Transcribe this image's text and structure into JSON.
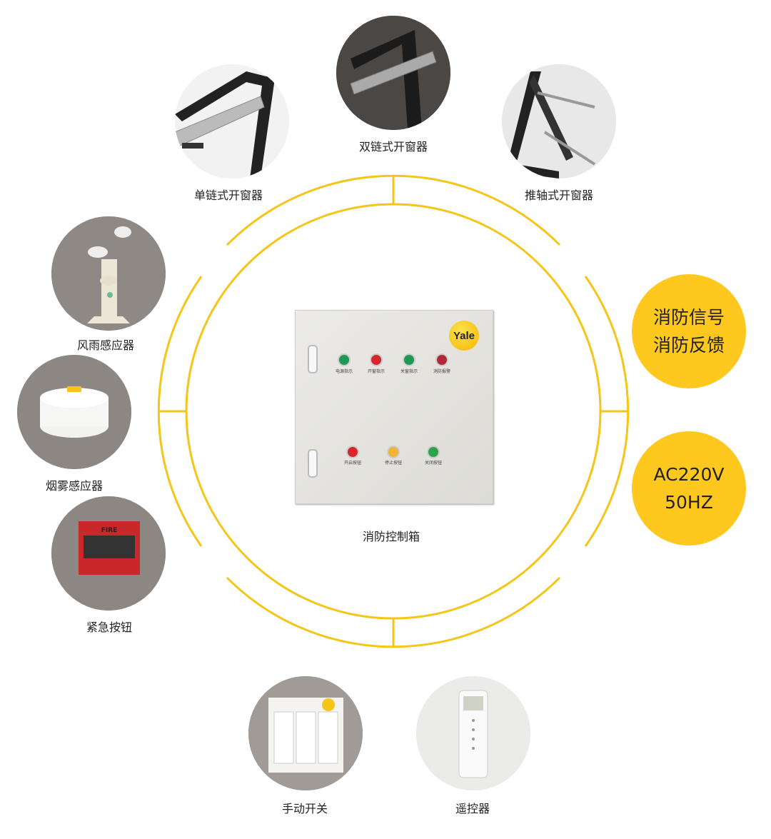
{
  "center": {
    "label": "消防控制箱",
    "brand": "Yale",
    "indicators": [
      {
        "label": "电源指示",
        "color": "#1f9a55"
      },
      {
        "label": "开窗指示",
        "color": "#d8262a"
      },
      {
        "label": "关窗指示",
        "color": "#1f9a55"
      },
      {
        "label": "消防报警",
        "color": "#b02a3a"
      }
    ],
    "buttons": [
      {
        "label": "开启按钮",
        "color": "#d8262a"
      },
      {
        "label": "停止按钮",
        "color": "#f2b233"
      },
      {
        "label": "关闭按钮",
        "color": "#2aa34a"
      }
    ]
  },
  "devices": {
    "single_chain": "单链式开窗器",
    "double_chain": "双链式开窗器",
    "pivot": "推轴式开窗器",
    "wind_rain": "风雨感应器",
    "smoke": "烟雾感应器",
    "emergency": "紧急按钮",
    "manual_switch": "手动开关",
    "remote": "遥控器"
  },
  "signals": {
    "fire_line1": "消防信号",
    "fire_line2": "消防反馈",
    "power_line1": "AC220V",
    "power_line2": "50HZ"
  },
  "fire_button_text": "FIRE",
  "colors": {
    "ring": "#F5C518",
    "badge": "#FFC81E"
  }
}
